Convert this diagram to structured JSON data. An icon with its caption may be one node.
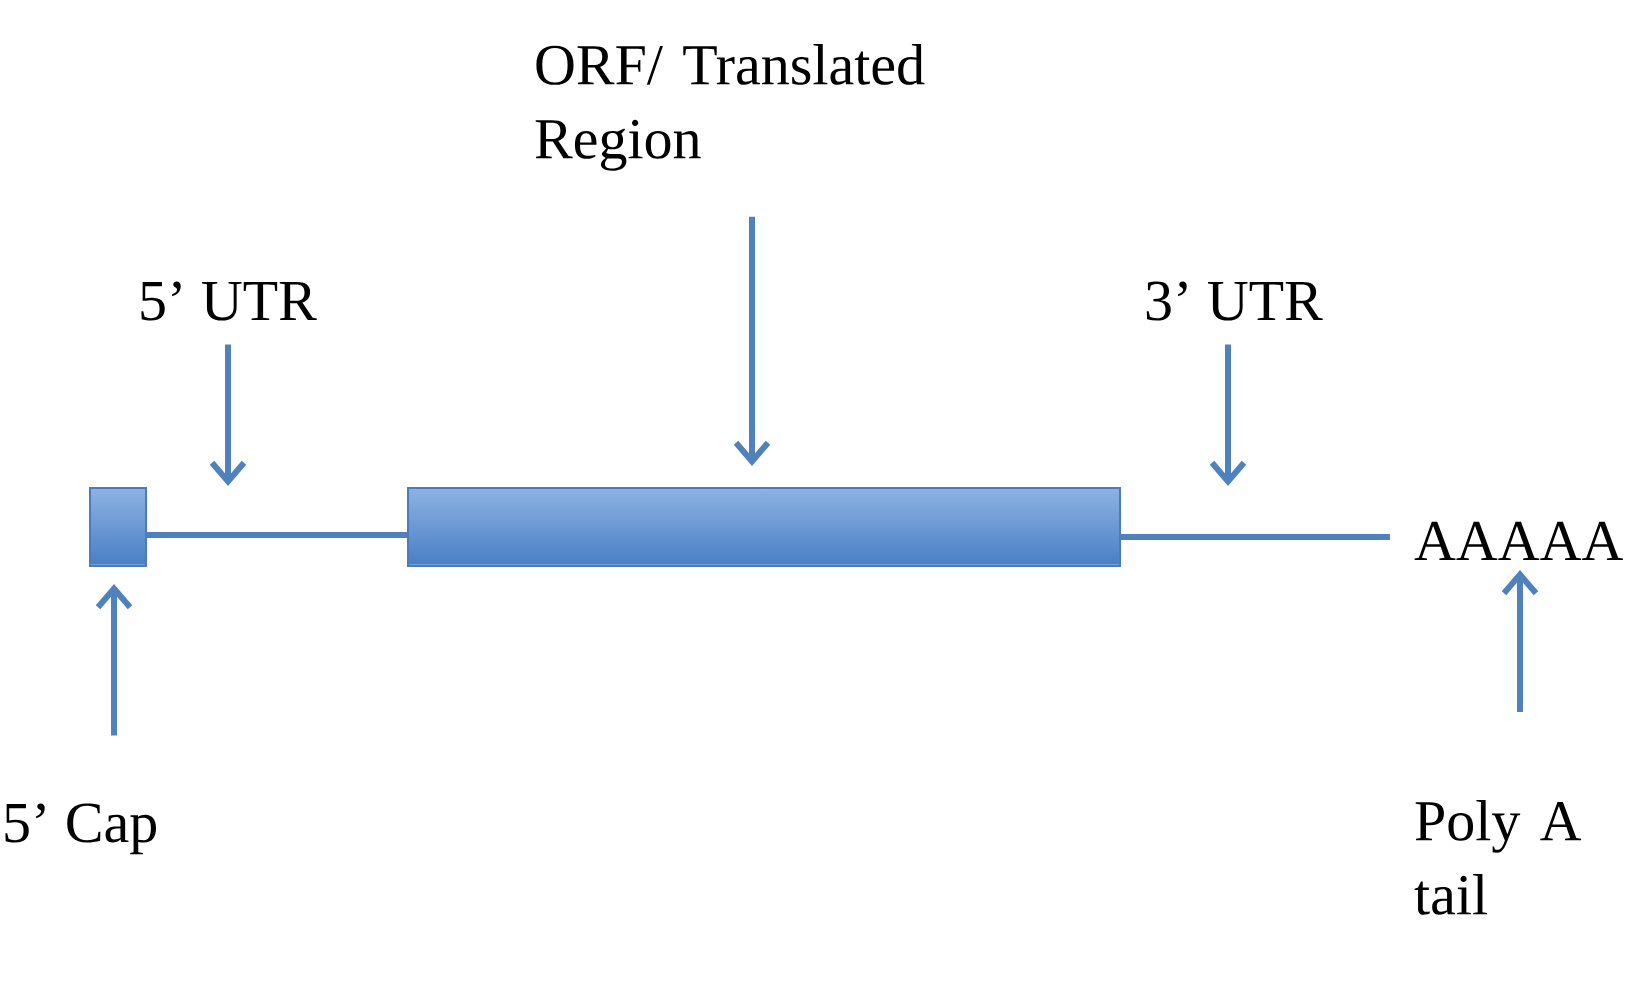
{
  "diagram": {
    "nodes": [
      {
        "text": [
          "ORF/ Translated Region"
        ]
      },
      {
        "text": [
          "5’ UTR"
        ]
      },
      {
        "text": [
          "3’ UTR"
        ]
      },
      {
        "text": [],
        "shape": "box"
      },
      {
        "text": [],
        "shape": "line"
      },
      {
        "text": [],
        "shape": "bar"
      },
      {
        "text": [],
        "shape": "line"
      },
      {
        "text": [
          "AAAAA"
        ]
      },
      {
        "text": [
          "5’ Cap"
        ]
      },
      {
        "text": [
          "Poly A tail"
        ]
      }
    ],
    "edges": [
      {
        "from": 0,
        "to": 5,
        "arrow": "to"
      },
      {
        "from": 1,
        "to": 4,
        "arrow": "to"
      },
      {
        "from": 2,
        "to": 6,
        "arrow": "to"
      },
      {
        "from": 8,
        "to": 3,
        "arrow": "to"
      },
      {
        "from": 9,
        "to": 7,
        "arrow": "to"
      }
    ]
  }
}
